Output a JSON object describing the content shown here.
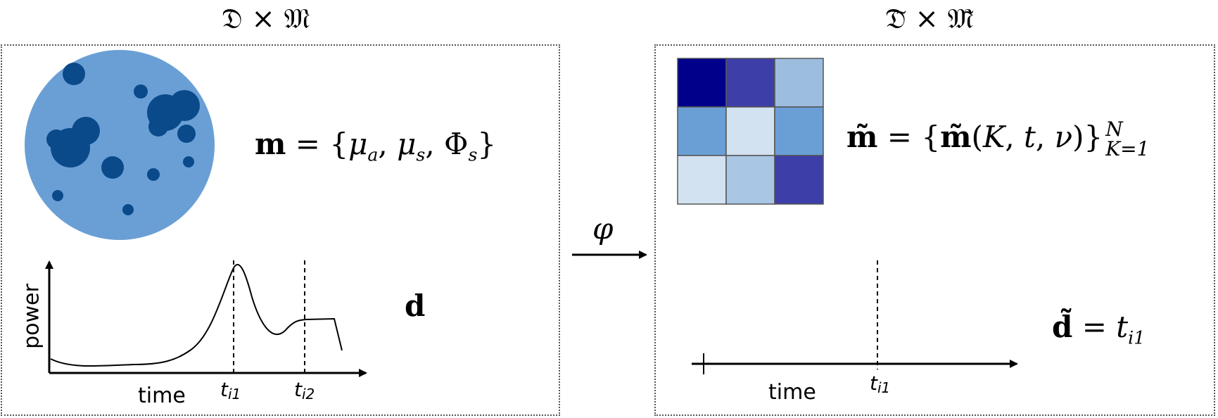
{
  "left": {
    "title": "𝔇 × 𝔐",
    "model_eq": {
      "lhs": "m",
      "eq": " = {",
      "mu_a": "μ",
      "a_sub": "a",
      "comma1": ", ",
      "mu_s": "μ",
      "s_sub": "s",
      "comma2": ", ",
      "phi": "Φ",
      "phi_sub": "s",
      "close": "}"
    },
    "data_label": "d",
    "plot": {
      "ylabel": "power",
      "xlabel": "time",
      "t1": "t",
      "t1_sub": "i1",
      "t2": "t",
      "t2_sub": "i2"
    }
  },
  "arrow_label": "φ",
  "right": {
    "title": "𝔇̃ × 𝔐̃",
    "model_eq": {
      "lhs": "m̃",
      "eq": " = {",
      "inner": "m̃",
      "open": "(",
      "k": "K",
      "sep1": ", ",
      "t": "t",
      "sep2": ", ",
      "nu": "ν",
      "close": ")}",
      "sup": "N",
      "sub": "K=1"
    },
    "data_eq": {
      "lhs": "d̃",
      "eq": " = ",
      "t": "t",
      "sub": "i1"
    },
    "plot": {
      "xlabel": "time",
      "t1": "t",
      "t1_sub": "i1"
    },
    "grid_colors": [
      "#00008b",
      "#3e3ea8",
      "#9dbddf",
      "#6a9fd6",
      "#d3e2f1",
      "#6a9fd6",
      "#d3e2f1",
      "#a9c6e5",
      "#3e3ea8"
    ]
  },
  "colors": {
    "disk": "#6a9fd6",
    "blob": "#0a4a8a"
  }
}
